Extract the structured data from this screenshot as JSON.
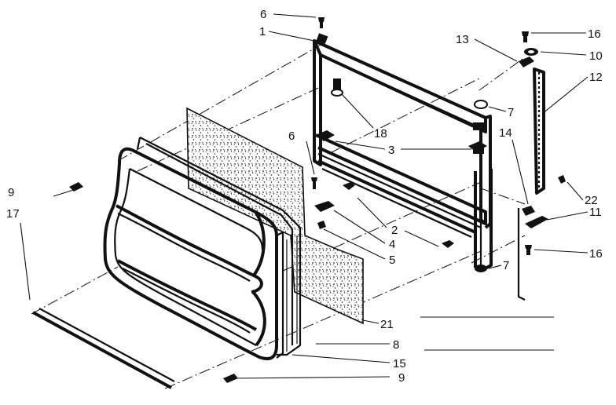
{
  "callouts": [
    {
      "id": "c6a",
      "text": "6"
    },
    {
      "id": "c1",
      "text": "1"
    },
    {
      "id": "c13",
      "text": "13"
    },
    {
      "id": "c16a",
      "text": "16"
    },
    {
      "id": "c10",
      "text": "10"
    },
    {
      "id": "c12",
      "text": "12"
    },
    {
      "id": "c7a",
      "text": "7"
    },
    {
      "id": "c18",
      "text": "18"
    },
    {
      "id": "c14",
      "text": "14"
    },
    {
      "id": "c3",
      "text": "3"
    },
    {
      "id": "c6b",
      "text": "6"
    },
    {
      "id": "c22",
      "text": "22"
    },
    {
      "id": "c9a",
      "text": "9"
    },
    {
      "id": "c2",
      "text": "2"
    },
    {
      "id": "c11",
      "text": "11"
    },
    {
      "id": "c17",
      "text": "17"
    },
    {
      "id": "c4",
      "text": "4"
    },
    {
      "id": "c16b",
      "text": "16"
    },
    {
      "id": "c5",
      "text": "5"
    },
    {
      "id": "c7b",
      "text": "7"
    },
    {
      "id": "c21",
      "text": "21"
    },
    {
      "id": "c8",
      "text": "8"
    },
    {
      "id": "c15",
      "text": "15"
    },
    {
      "id": "c9b",
      "text": "9"
    }
  ]
}
